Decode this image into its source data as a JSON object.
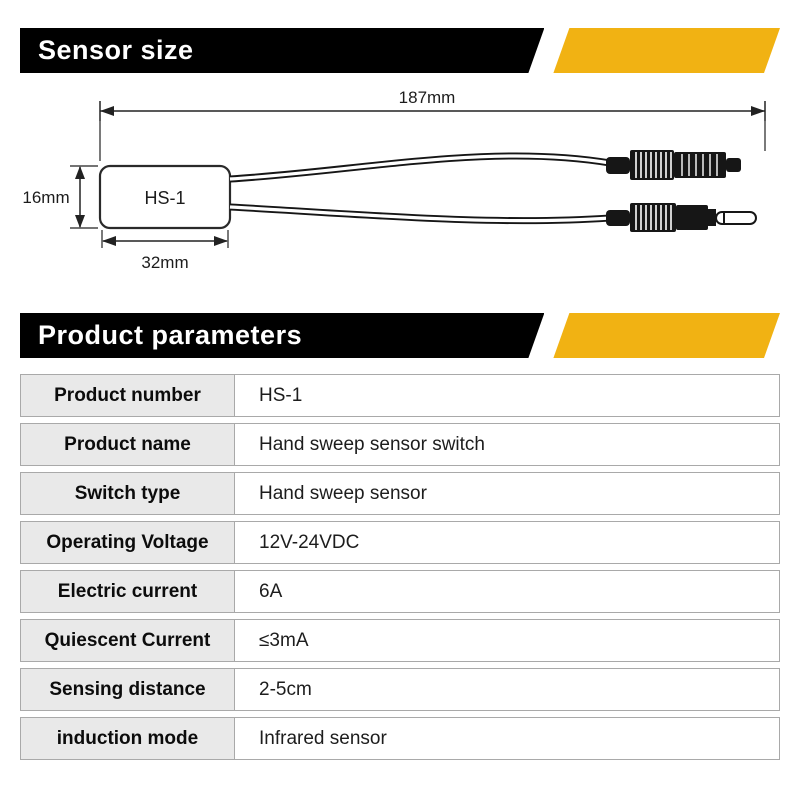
{
  "banners": {
    "sensor_size": "Sensor size",
    "product_parameters": "Product parameters"
  },
  "diagram": {
    "total_length_label": "187mm",
    "box_label": "HS-1",
    "box_height_label": "16mm",
    "box_width_label": "32mm"
  },
  "table": {
    "rows": [
      {
        "label": "Product number",
        "value": "HS-1"
      },
      {
        "label": "Product name",
        "value": "Hand sweep sensor switch"
      },
      {
        "label": "Switch type",
        "value": "Hand sweep sensor"
      },
      {
        "label": "Operating Voltage",
        "value": "12V-24VDC"
      },
      {
        "label": "Electric current",
        "value": "6A"
      },
      {
        "label": "Quiescent Current",
        "value": "≤3mA"
      },
      {
        "label": "Sensing distance",
        "value": "2-5cm"
      },
      {
        "label": "induction mode",
        "value": "Infrared sensor"
      }
    ]
  },
  "colors": {
    "accent_yellow": "#F1B213",
    "banner_black": "#000000"
  }
}
